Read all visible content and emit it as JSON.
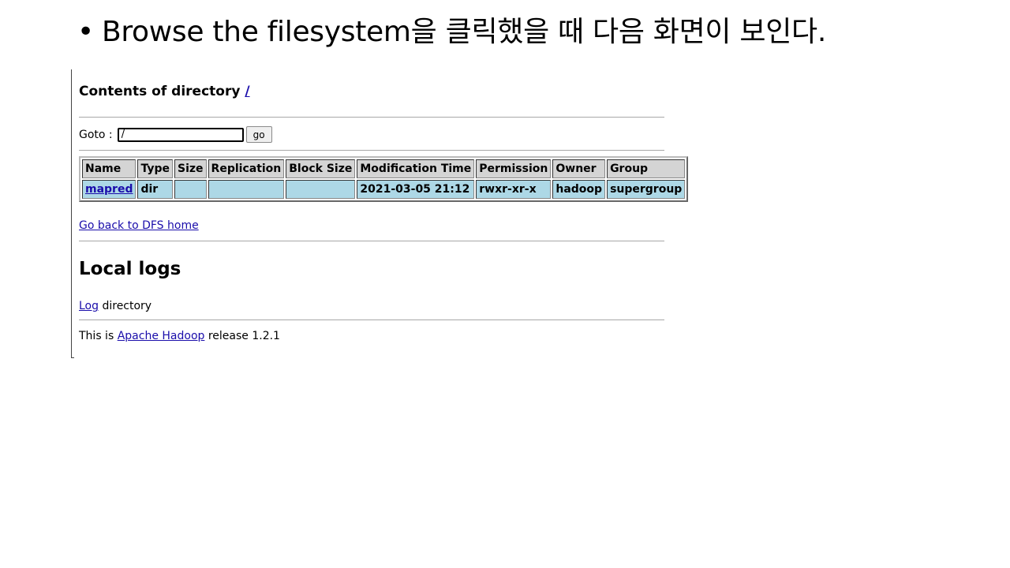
{
  "slide": {
    "bullet": "•",
    "title": "Browse the filesystem을 클릭했을 때 다음 화면이 보인다."
  },
  "page": {
    "heading_prefix": "Contents of directory ",
    "heading_link": "/",
    "goto_label": "Goto :",
    "goto_value": "/",
    "go_button": "go",
    "table": {
      "headers": [
        "Name",
        "Type",
        "Size",
        "Replication",
        "Block Size",
        "Modification Time",
        "Permission",
        "Owner",
        "Group"
      ],
      "rows": [
        [
          "mapred",
          "dir",
          "",
          "",
          "",
          "2021-03-05 21:12",
          "rwxr-xr-x",
          "hadoop",
          "supergroup"
        ]
      ]
    },
    "back_link": "Go back to DFS home",
    "local_logs_heading": "Local logs",
    "log_link": "Log",
    "log_suffix": " directory",
    "footer_prefix": "This is ",
    "footer_link": "Apache Hadoop",
    "footer_suffix": " release 1.2.1"
  }
}
